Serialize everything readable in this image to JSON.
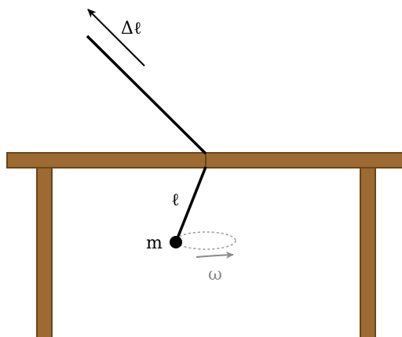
{
  "labels": {
    "delta_l": "Δℓ",
    "length": "ℓ",
    "mass": "m",
    "omega": "ω"
  },
  "colors": {
    "wood": "#9d6a33",
    "wood_edge": "#6b4517",
    "string": "#000000",
    "orbit": "#9a9a9a",
    "arrow_gray": "#8a8a8a"
  }
}
